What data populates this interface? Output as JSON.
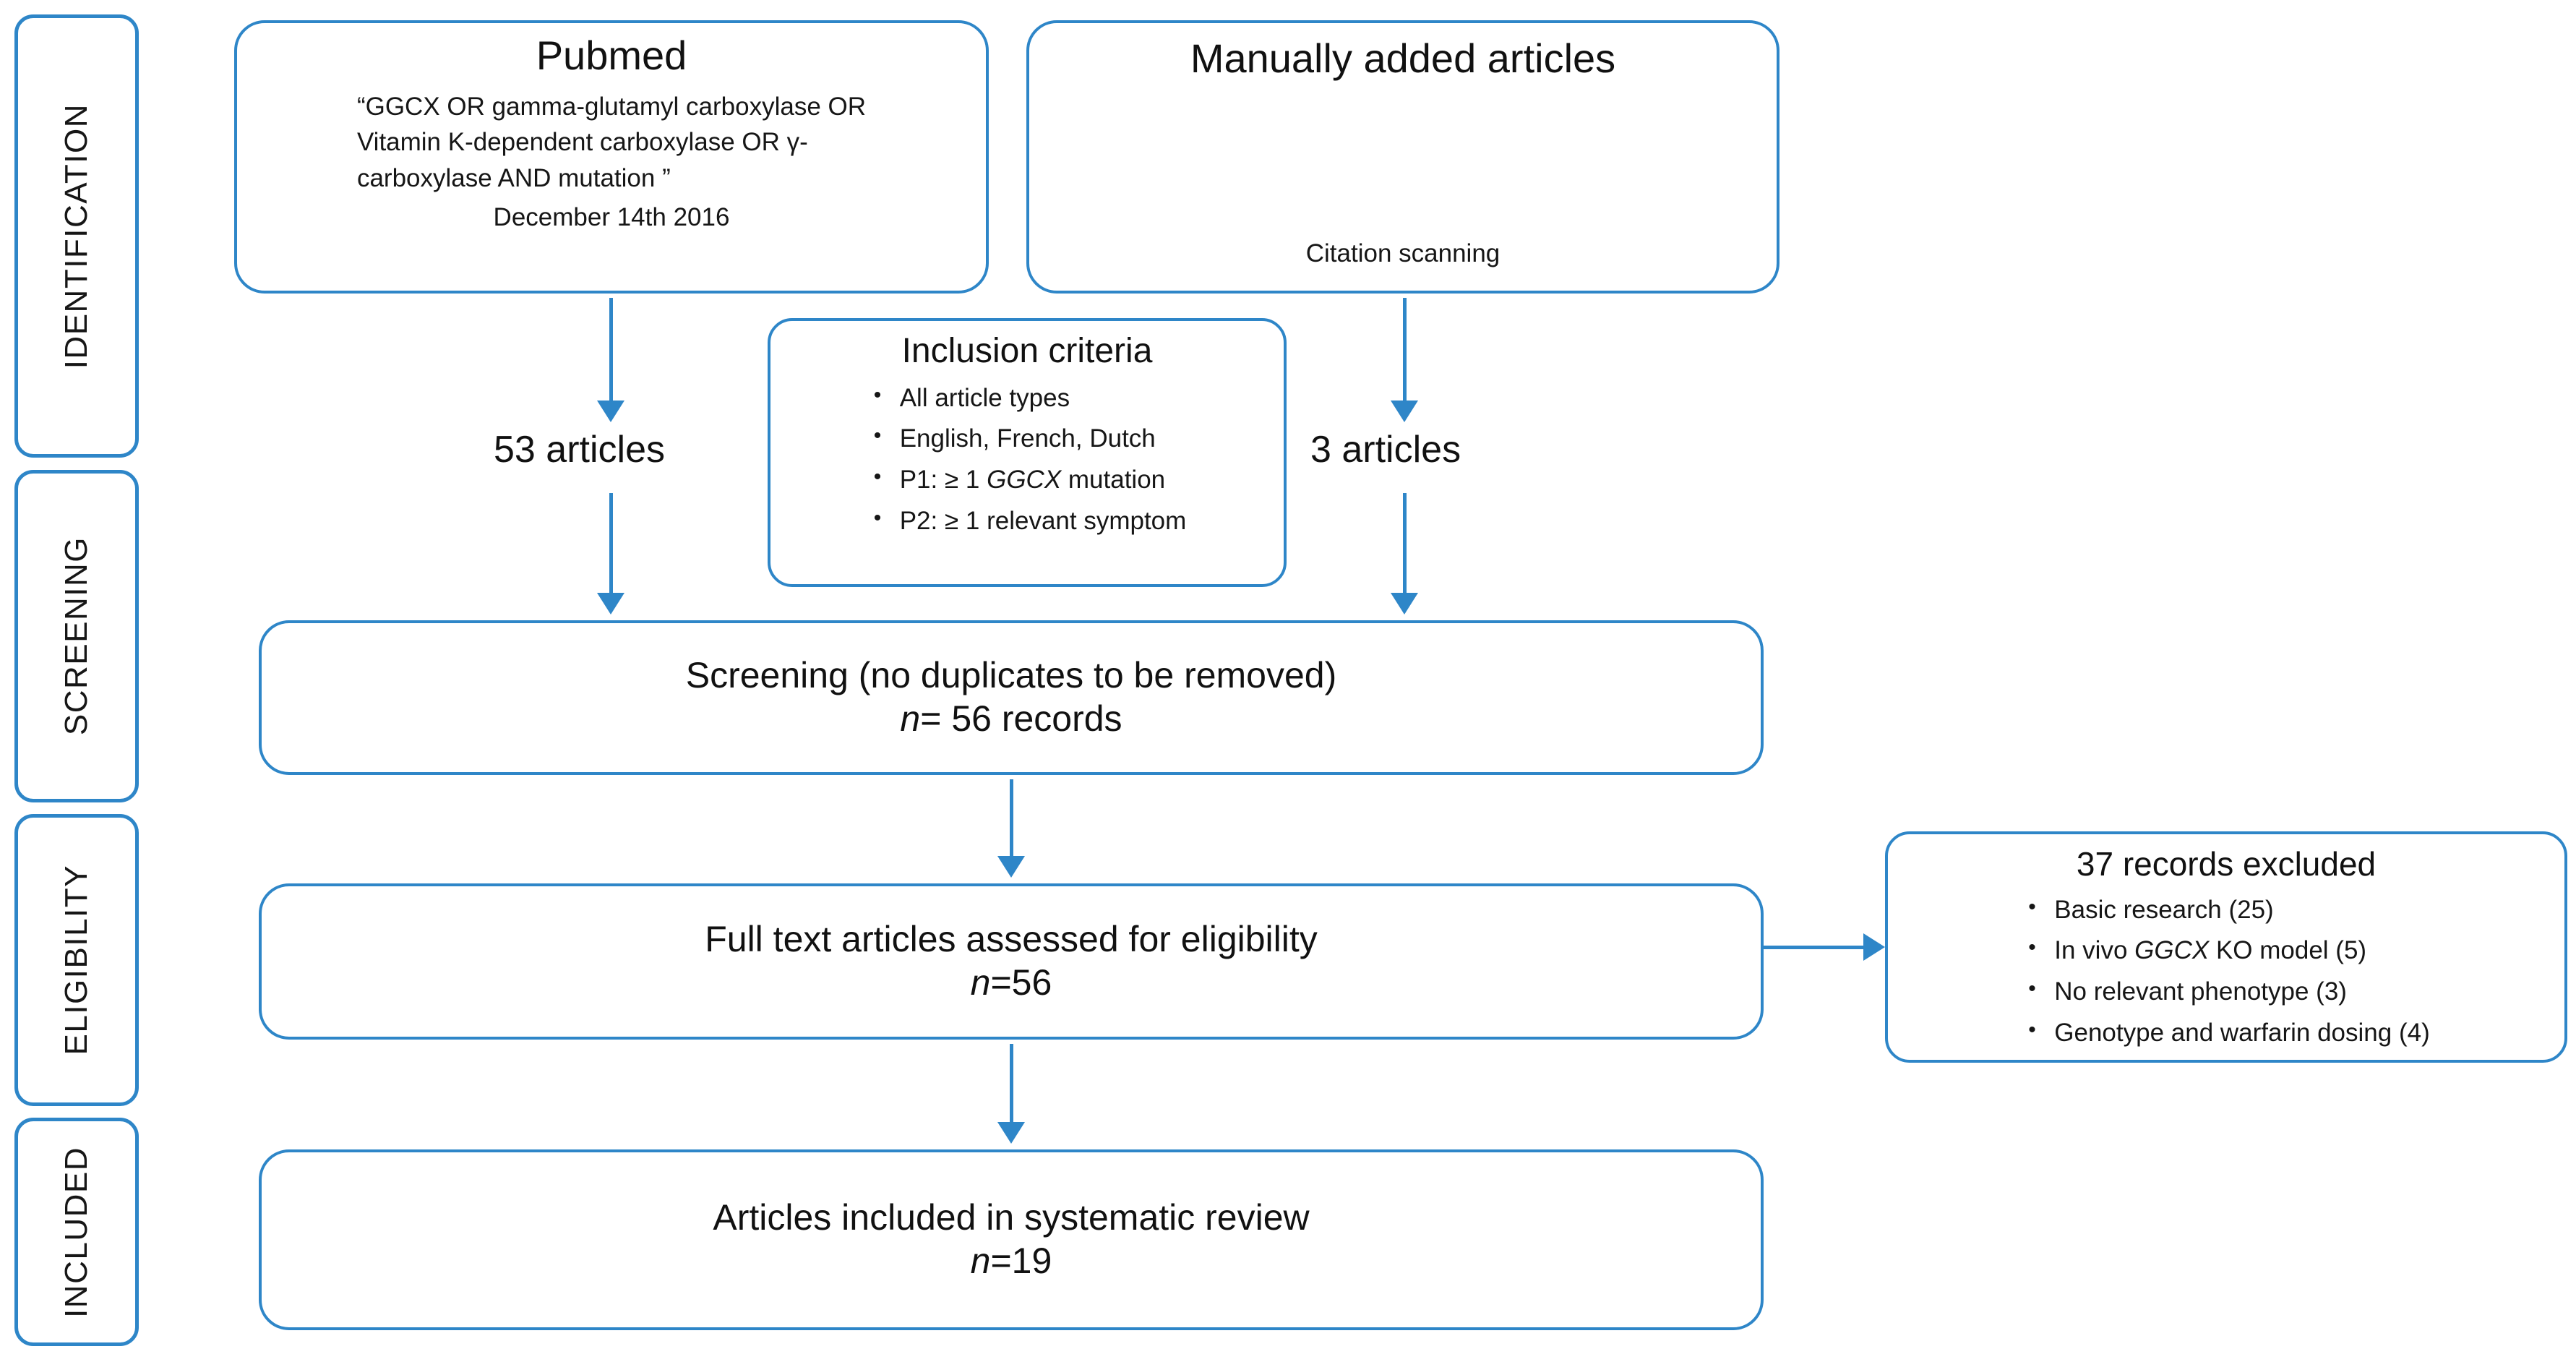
{
  "diagram": {
    "type": "prisma-flow-diagram",
    "accent_color": "#2E86C8",
    "text_color": "#111111",
    "background": "#FFFFFF"
  },
  "stages": [
    {
      "id": "identification",
      "label": "IDENTIFICATION"
    },
    {
      "id": "screening",
      "label": "SCREENING"
    },
    {
      "id": "eligibility",
      "label": "ELIGIBILITY"
    },
    {
      "id": "included",
      "label": "INCLUDED"
    }
  ],
  "sources": {
    "pubmed": {
      "title": "Pubmed",
      "query_line_1": "“GGCX OR gamma-glutamyl carboxylase OR",
      "query_line_2": "Vitamin K-dependent carboxylase OR γ-",
      "query_line_3": "carboxylase AND mutation ”",
      "date": "December 14th 2016",
      "yield_label": "53 articles"
    },
    "manual": {
      "title": "Manually added articles",
      "method": "Citation scanning",
      "yield_label": "3 articles"
    }
  },
  "inclusion_criteria": {
    "title": "Inclusion criteria",
    "items": [
      "All article types",
      "English, French, Dutch",
      "P1: ≥ 1 GGCX mutation",
      "P2: ≥  1 relevant symptom"
    ],
    "items_parts": [
      {
        "pre": "All article types",
        "em": "",
        "post": ""
      },
      {
        "pre": "English, French, Dutch",
        "em": "",
        "post": ""
      },
      {
        "pre": "P1: ≥ 1 ",
        "em": "GGCX",
        "post": " mutation"
      },
      {
        "pre": "P2: ≥  1 relevant symptom",
        "em": "",
        "post": ""
      }
    ]
  },
  "screening_step": {
    "title": "Screening (no duplicates to be removed)",
    "n_prefix": "n",
    "n_value": "= 56 records"
  },
  "eligibility_step": {
    "title": "Full text articles assessed for eligibility",
    "n_prefix": "n",
    "n_value": "=56"
  },
  "excluded": {
    "title": "37 records excluded",
    "items": [
      "Basic research (25)",
      "In vivo GGCX KO model (5)",
      "No relevant phenotype (3)",
      "Genotype and warfarin dosing (4)"
    ],
    "items_parts": [
      {
        "pre": "Basic research (25)",
        "em": "",
        "post": ""
      },
      {
        "pre": "In vivo ",
        "em": "GGCX",
        "post": " KO model (5)"
      },
      {
        "pre": "No relevant phenotype (3)",
        "em": "",
        "post": ""
      },
      {
        "pre": "Genotype and warfarin dosing (4)",
        "em": "",
        "post": ""
      }
    ]
  },
  "included_step": {
    "title": "Articles included in systematic review",
    "n_prefix": "n",
    "n_value": "=19"
  }
}
